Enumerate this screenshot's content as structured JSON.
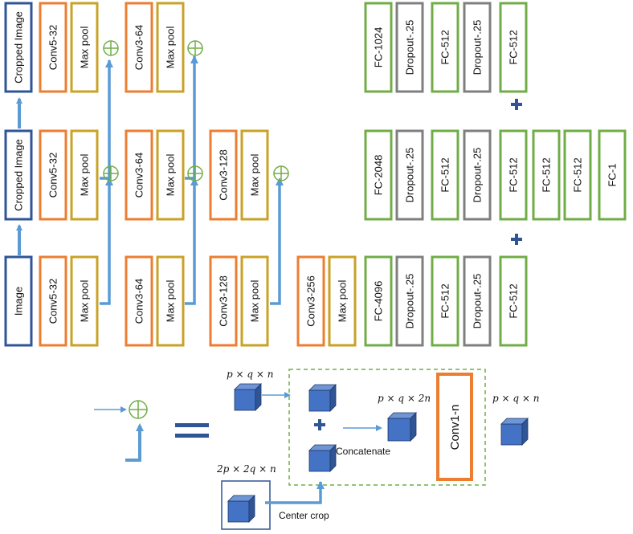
{
  "colors": {
    "input": "#2f5597",
    "conv": "#ed7d31",
    "pool": "#c9a227",
    "fc": "#70ad47",
    "dropout": "#7f7f7f",
    "arrow": "#5b9bd5",
    "cube": "#4472c4",
    "plus_green": "#70ad47",
    "plus_blue": "#2f5597"
  },
  "rows": {
    "top": {
      "input": "Cropped Image",
      "blocks": [
        [
          "Conv5-32",
          "Max pool"
        ],
        [
          "Conv3-64",
          "Max pool"
        ]
      ],
      "fc": [
        "FC-1024",
        "Dropout-.25",
        "FC-512",
        "Dropout-.25",
        "FC-512"
      ]
    },
    "mid": {
      "input": "Cropped Image",
      "blocks": [
        [
          "Conv5-32",
          "Max pool"
        ],
        [
          "Conv3-64",
          "Max pool"
        ],
        [
          "Conv3-128",
          "Max pool"
        ]
      ],
      "fc": [
        "FC-2048",
        "Dropout-.25",
        "FC-512",
        "Dropout-.25",
        "FC-512",
        "FC-512",
        "FC-512",
        "FC-1"
      ]
    },
    "bot": {
      "input": "Image",
      "blocks": [
        [
          "Conv5-32",
          "Max pool"
        ],
        [
          "Conv3-64",
          "Max pool"
        ],
        [
          "Conv3-128",
          "Max pool"
        ],
        [
          "Conv3-256",
          "Max pool"
        ]
      ],
      "fc": [
        "FC-4096",
        "Dropout-.25",
        "FC-512",
        "Dropout-.25",
        "FC-512"
      ]
    }
  },
  "legend": {
    "dim_top": "p × q × n",
    "dim_crop": "2p × 2q × n",
    "dim_concat": "p × q × 2n",
    "dim_out": "p × q × n",
    "concatenate": "Concatenate",
    "center_crop": "Center crop",
    "conv": "Conv1-n"
  }
}
